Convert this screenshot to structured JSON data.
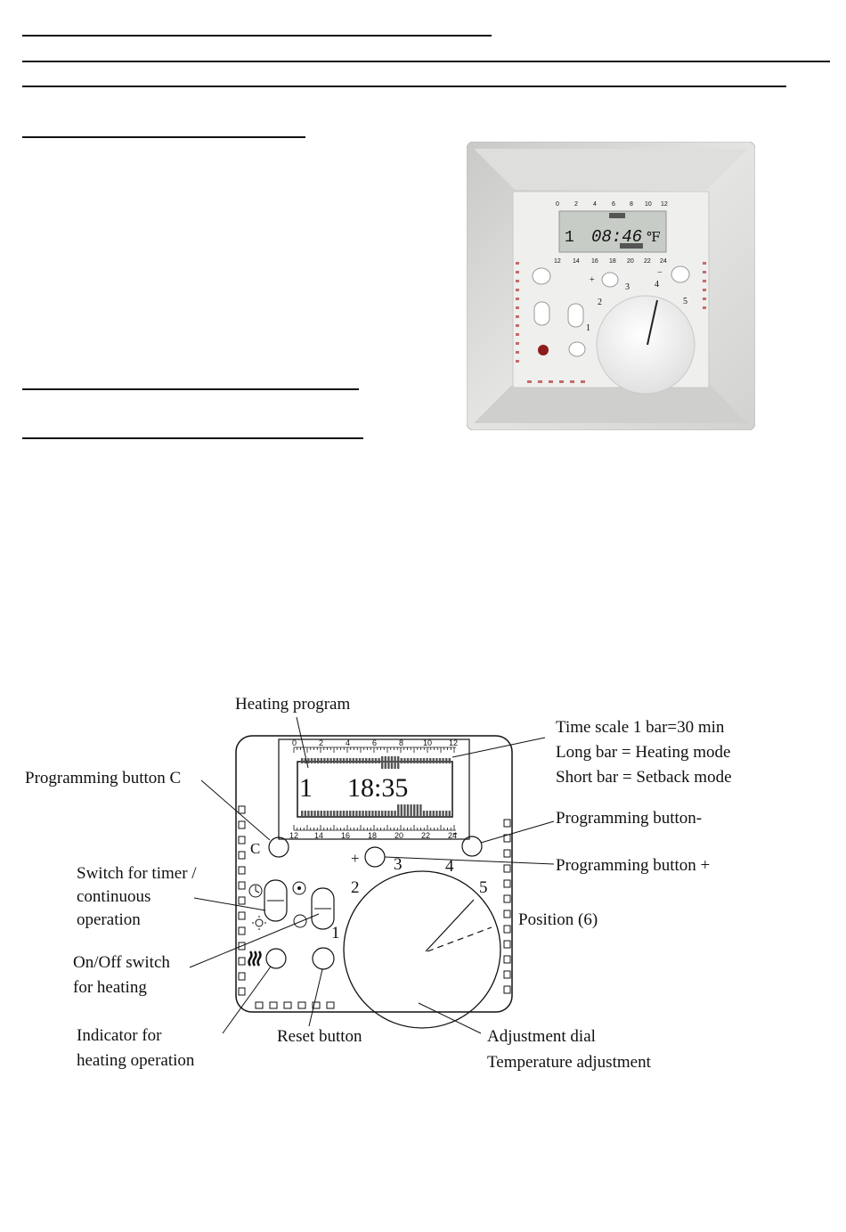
{
  "photo": {
    "lcd_scale_top": [
      "0",
      "2",
      "4",
      "6",
      "8",
      "10",
      "12"
    ],
    "lcd_scale_bottom": [
      "12",
      "14",
      "16",
      "18",
      "20",
      "22",
      "24"
    ],
    "lcd_program": "1",
    "lcd_time": "08:46",
    "lcd_unit": "℉",
    "btn_plus": "+",
    "btn_minus": "−",
    "dial_positions": [
      "1",
      "2",
      "3",
      "4",
      "5"
    ]
  },
  "diagram": {
    "lcd_program": "1",
    "lcd_time": "18:35",
    "scale_top": [
      "0",
      "2",
      "4",
      "6",
      "8",
      "10",
      "12"
    ],
    "scale_bottom": [
      "12",
      "14",
      "16",
      "18",
      "20",
      "22",
      "24"
    ],
    "button_c": "C",
    "button_plus": "+",
    "button_minus": "-",
    "dial_positions": [
      "1",
      "2",
      "3",
      "4",
      "5"
    ],
    "callouts": {
      "heating_program": "Heating program",
      "time_scale": "Time scale 1 bar=30 min",
      "long_bar": "Long bar  = Heating mode",
      "short_bar": "Short bar = Setback mode",
      "prog_button_c": "Programming button C",
      "prog_button_minus": "Programming button-",
      "prog_button_plus": "Programming button +",
      "switch_timer_1": "Switch for timer /",
      "switch_timer_2": "continuous",
      "switch_timer_3": "operation",
      "position": "Position (6)",
      "onoff_1": "On/Off switch",
      "onoff_2": "for heating",
      "indicator_1": "Indicator for",
      "indicator_2": "heating operation",
      "reset": "Reset button",
      "dial_1": "Adjustment dial",
      "dial_2": "Temperature adjustment"
    }
  }
}
